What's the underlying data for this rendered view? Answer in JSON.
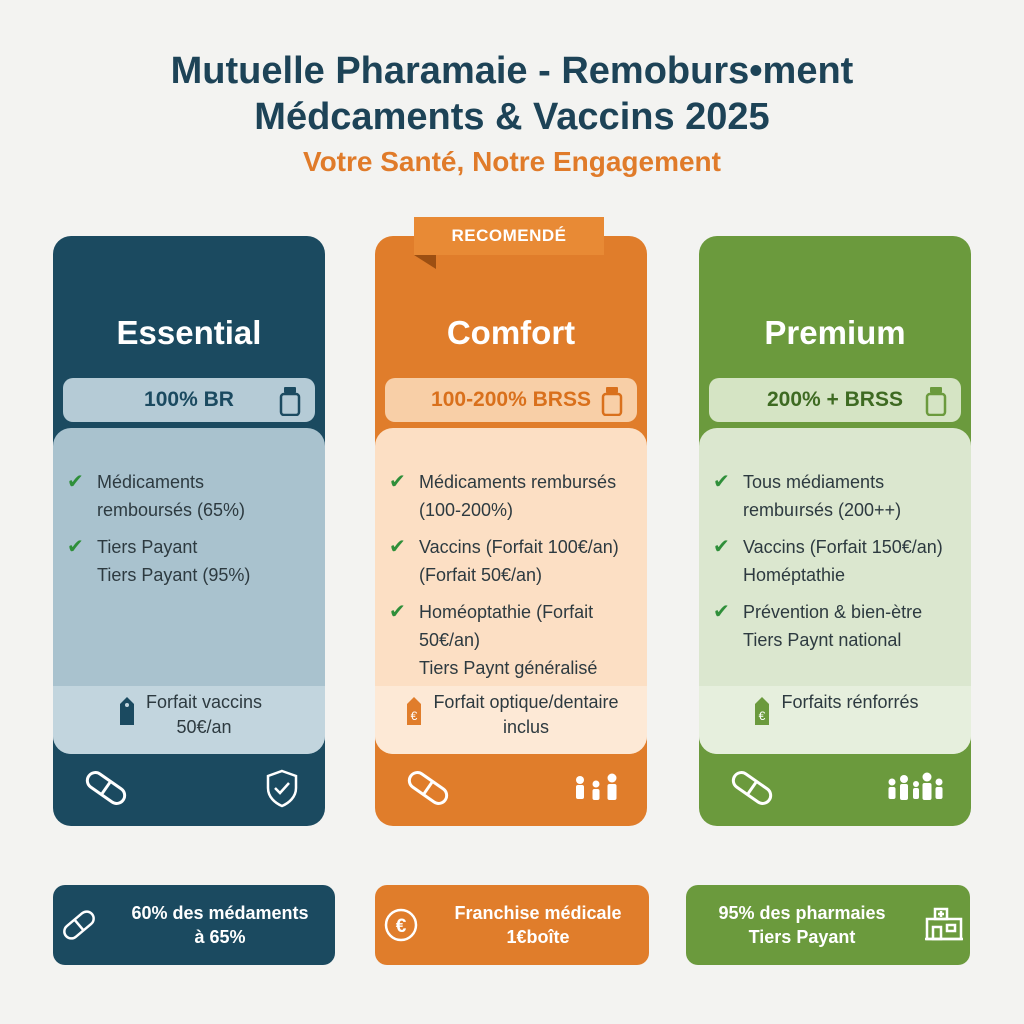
{
  "header": {
    "title": "Mutuelle Pharamaie - Remoburs•ment\nMédcaments & Vaccins 2025",
    "subtitle": "Votre Santé, Notre Engagement"
  },
  "ribbon": "RECOMENDÉ",
  "plans": [
    {
      "name": "Essential",
      "rate": "100% BR",
      "features": [
        "Médicaments\nremboursés (65%)",
        "Tiers Payant\nTiers Payant (95%)"
      ],
      "forfait": "Forfait vaccins\n50€/an",
      "icons": [
        "pill-icon",
        "shield-check-icon"
      ]
    },
    {
      "name": "Comfort",
      "rate": "100-200% BRSS",
      "features": [
        "Médicaments rembursés\n(100-200%)",
        "Vaccins (Forfait 100€/an)\n(Forfait 50€/an)",
        "Homéoptathie (Forfait 50€/an)\nTiers Paynt généralisé"
      ],
      "forfait": "Forfait optique/dentaire\ninclus",
      "icons": [
        "pill-icon",
        "family-icon"
      ]
    },
    {
      "name": "Premium",
      "rate": "200% + BRSS",
      "features": [
        "Tous médiaments\nrembuırsés (200++)",
        "Vaccins (Forfait 150€/an)\nHoméptathie",
        "Prévention & bien-ètre\nTiers Paynt national"
      ],
      "forfait": "Forfaits rénforrés",
      "icons": [
        "pill-icon",
        "large-family-icon"
      ]
    }
  ],
  "stats": [
    {
      "text": "60% des médaments\nà 65%",
      "icon": "pill-icon"
    },
    {
      "text": "Franchise médicale\n1€boîte",
      "icon": "euro-coin-icon"
    },
    {
      "text": "95% des pharmaies\nTiers Payant",
      "icon": "pharmacy-icon"
    }
  ],
  "colors": {
    "navy": "#1b4a60",
    "orange": "#e07d2b",
    "green": "#6b9a3d",
    "check": "#2f8f3a"
  }
}
